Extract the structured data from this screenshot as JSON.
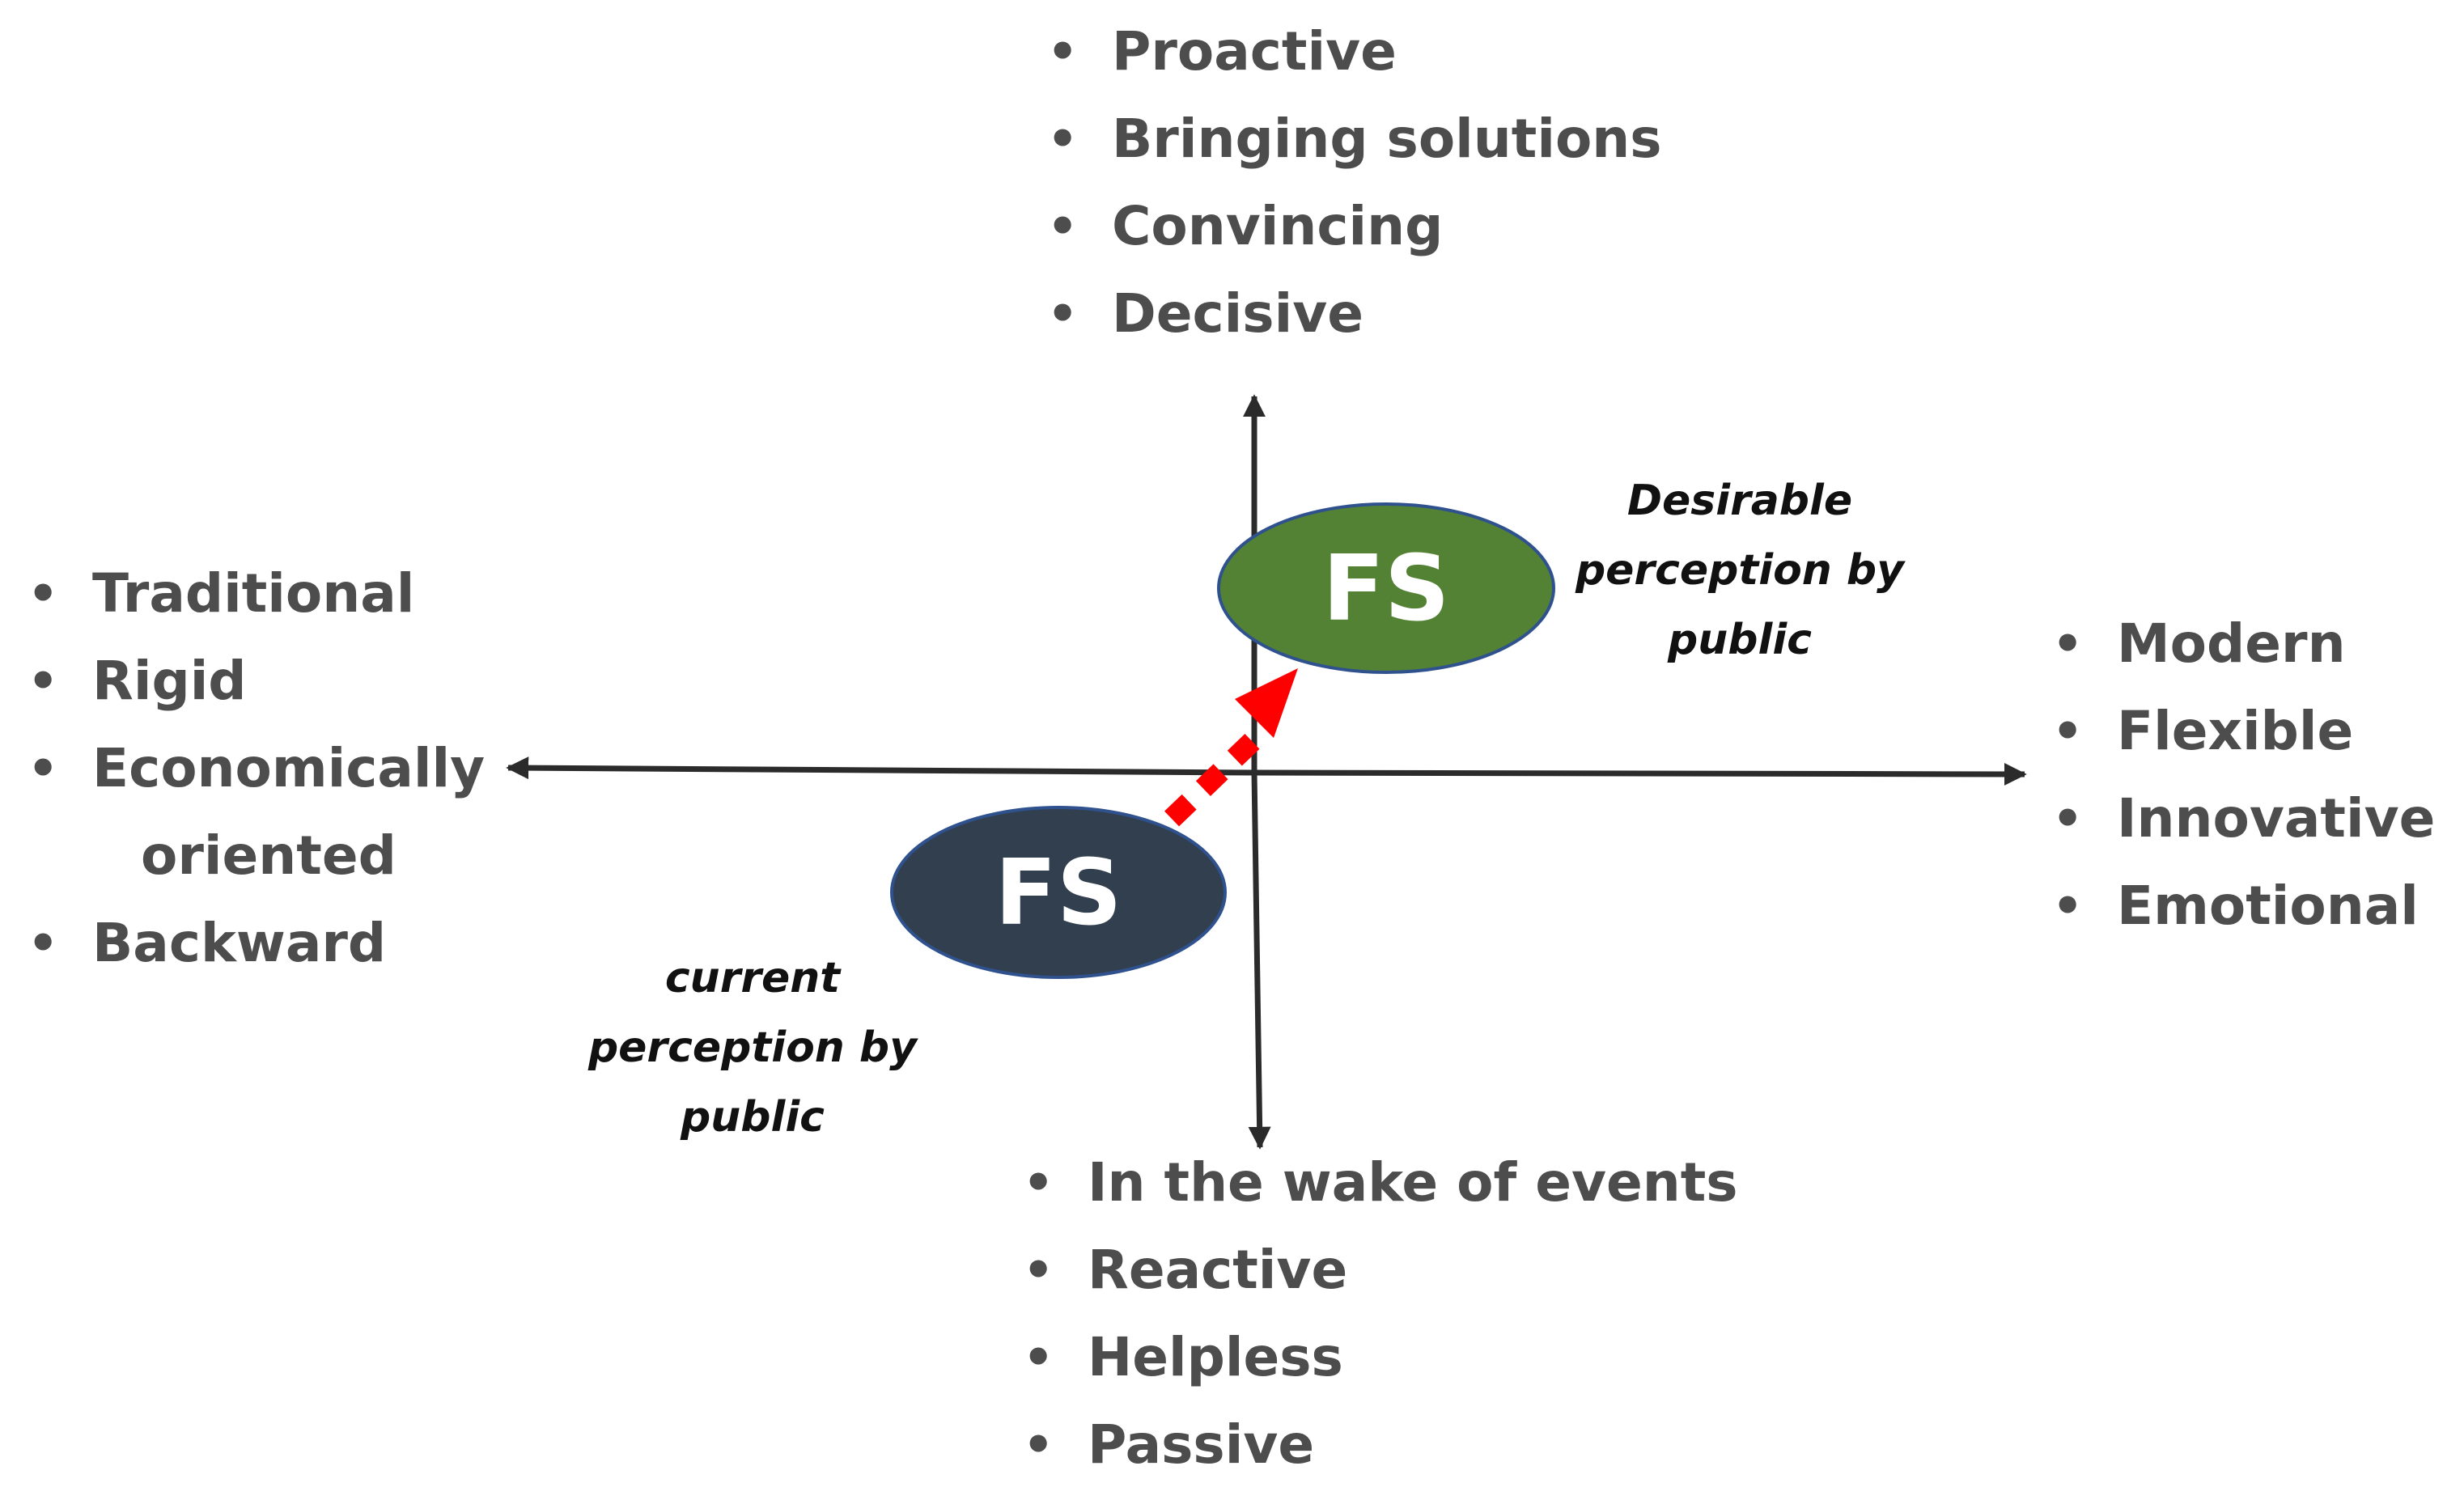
{
  "diagram": {
    "top_list": [
      "Proactive",
      "Bringing solutions",
      "Convincing",
      "Decisive"
    ],
    "left_list": [
      {
        "text": "Traditional",
        "continuation": false
      },
      {
        "text": "Rigid",
        "continuation": false
      },
      {
        "text": "Economically",
        "continuation": false
      },
      {
        "text": "oriented",
        "continuation": true
      },
      {
        "text": "Backward",
        "continuation": false
      }
    ],
    "right_list": [
      "Modern",
      "Flexible",
      "Innovative",
      "Emotional"
    ],
    "bottom_list": [
      "In the wake of events",
      "Reactive",
      "Helpless",
      "Passive"
    ],
    "bullet_char": "•",
    "desirable": {
      "badge": "FS",
      "label_lines": [
        "Desirable",
        "perception by",
        "public"
      ]
    },
    "current": {
      "badge": "FS",
      "label_lines": [
        "current",
        "perception by",
        "public"
      ]
    },
    "colors": {
      "text": "#4d4d4d",
      "axis": "#2b2b2b",
      "desirable_fill": "#548235",
      "desirable_stroke": "#2f528f",
      "current_fill": "#323f4f",
      "current_stroke": "#2f528f",
      "arrow": "#ff0000",
      "badge_text": "#ffffff"
    }
  }
}
